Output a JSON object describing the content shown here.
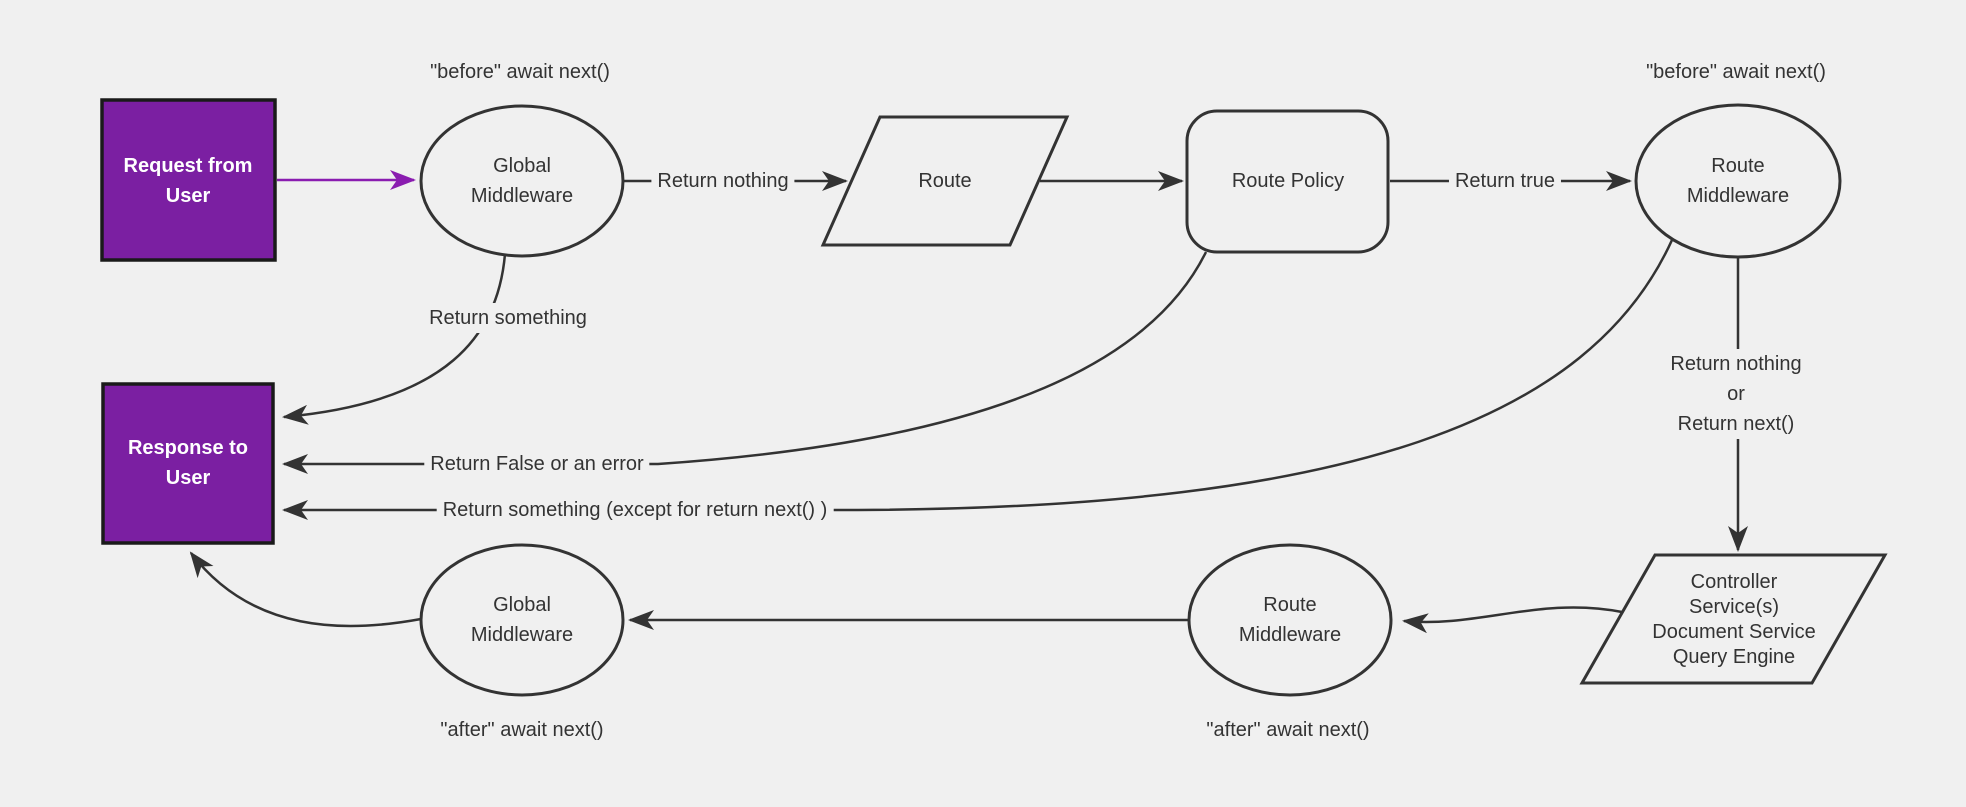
{
  "colors": {
    "bg": "#f0f0f0",
    "line": "#333333",
    "text": "#333333",
    "node_fill": "#f0f0f0",
    "node_stroke": "#333333",
    "accent_fill": "#7b1fa2",
    "accent_edge": "#8a1cb0",
    "accent_node_text": "#ffffff",
    "accent_node_border": "#1a1a1a"
  },
  "nodes": {
    "request": {
      "label": "Request from\nUser"
    },
    "global_mw_top": {
      "label": "Global\nMiddleware"
    },
    "route": {
      "label": "Route"
    },
    "route_policy": {
      "label": "Route Policy"
    },
    "route_mw_top": {
      "label": "Route\nMiddleware"
    },
    "controller": {
      "label": "Controller\nService(s)\nDocument Service\nQuery Engine"
    },
    "route_mw_bottom": {
      "label": "Route\nMiddleware"
    },
    "global_mw_bottom": {
      "label": "Global\nMiddleware"
    },
    "response": {
      "label": "Response to\nUser"
    }
  },
  "edge_labels": {
    "before_await_left": "\"before\" await next()",
    "before_await_right": "\"before\" await next()",
    "return_nothing": "Return nothing",
    "return_true": "Return true",
    "return_something": "Return something",
    "return_false_or_error": "Return False or an error",
    "return_something_except": "Return something (except for return next() )",
    "return_nothing_or_next": "Return nothing\nor\nReturn next()",
    "after_await_left": "\"after\" await next()",
    "after_await_middle": "\"after\" await next()"
  }
}
